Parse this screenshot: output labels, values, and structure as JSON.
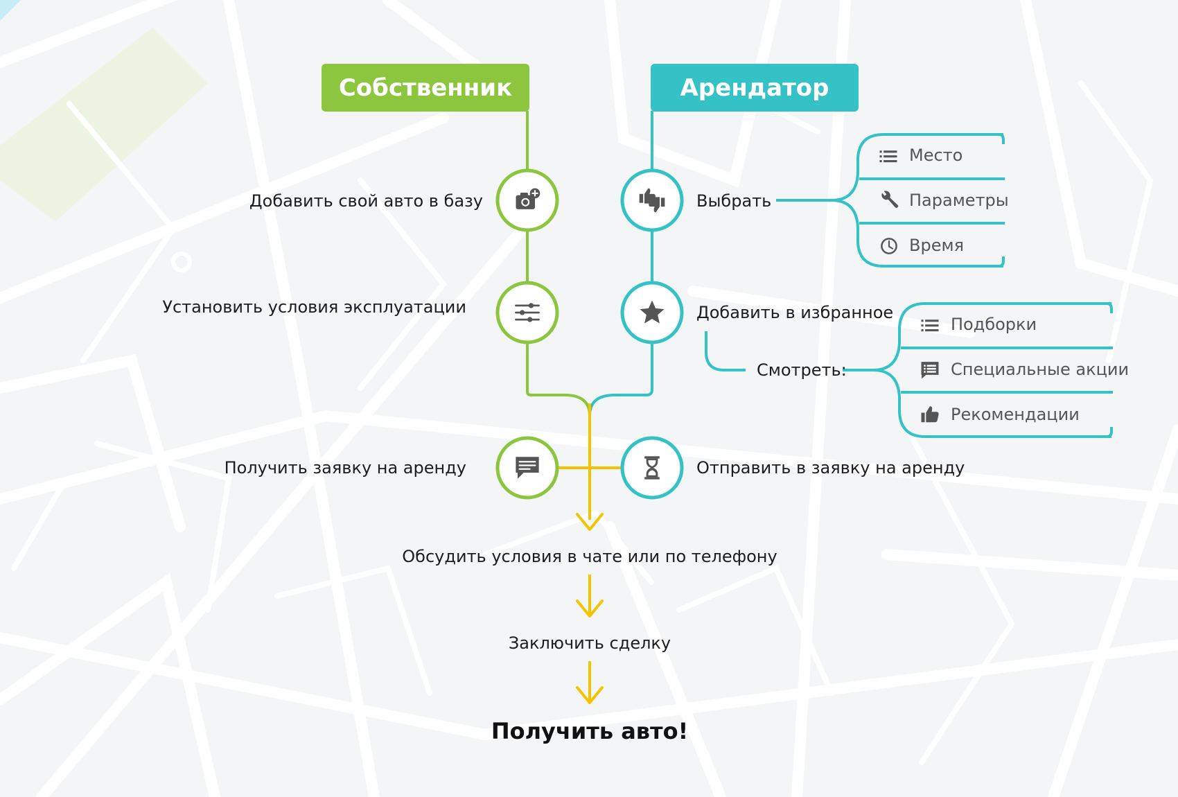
{
  "colors": {
    "owner": "#8cc63f",
    "tenant": "#35c2c6",
    "shared": "#f5c400",
    "icon": "#555555",
    "text": "#1d1d1f"
  },
  "owner": {
    "header": "Собственник",
    "steps": [
      {
        "label": "Добавить свой авто в базу",
        "icon": "camera-plus-icon"
      },
      {
        "label": "Установить условия эксплуатации",
        "icon": "sliders-icon"
      },
      {
        "label": "Получить заявку на аренду",
        "icon": "chat-icon"
      }
    ]
  },
  "tenant": {
    "header": "Арендатор",
    "steps": [
      {
        "label": "Выбрать",
        "icon": "thumbs-up-down-icon"
      },
      {
        "label": "Добавить в избранное",
        "icon": "star-icon"
      },
      {
        "label": "Отправить в заявку на аренду",
        "icon": "hourglass-icon"
      }
    ],
    "choose_options": [
      {
        "label": "Место",
        "icon": "list-icon"
      },
      {
        "label": "Параметры",
        "icon": "wrench-icon"
      },
      {
        "label": "Время",
        "icon": "clock-icon"
      }
    ],
    "view_label": "Смотреть:",
    "view_options": [
      {
        "label": "Подборки",
        "icon": "list-icon"
      },
      {
        "label": "Специальные акции",
        "icon": "message-list-icon"
      },
      {
        "label": "Рекомендации",
        "icon": "thumb-up-icon"
      }
    ]
  },
  "flow": {
    "steps": [
      "Обсудить условия в чате или по телефону",
      "Заключить сделку"
    ],
    "final": "Получить авто!"
  }
}
